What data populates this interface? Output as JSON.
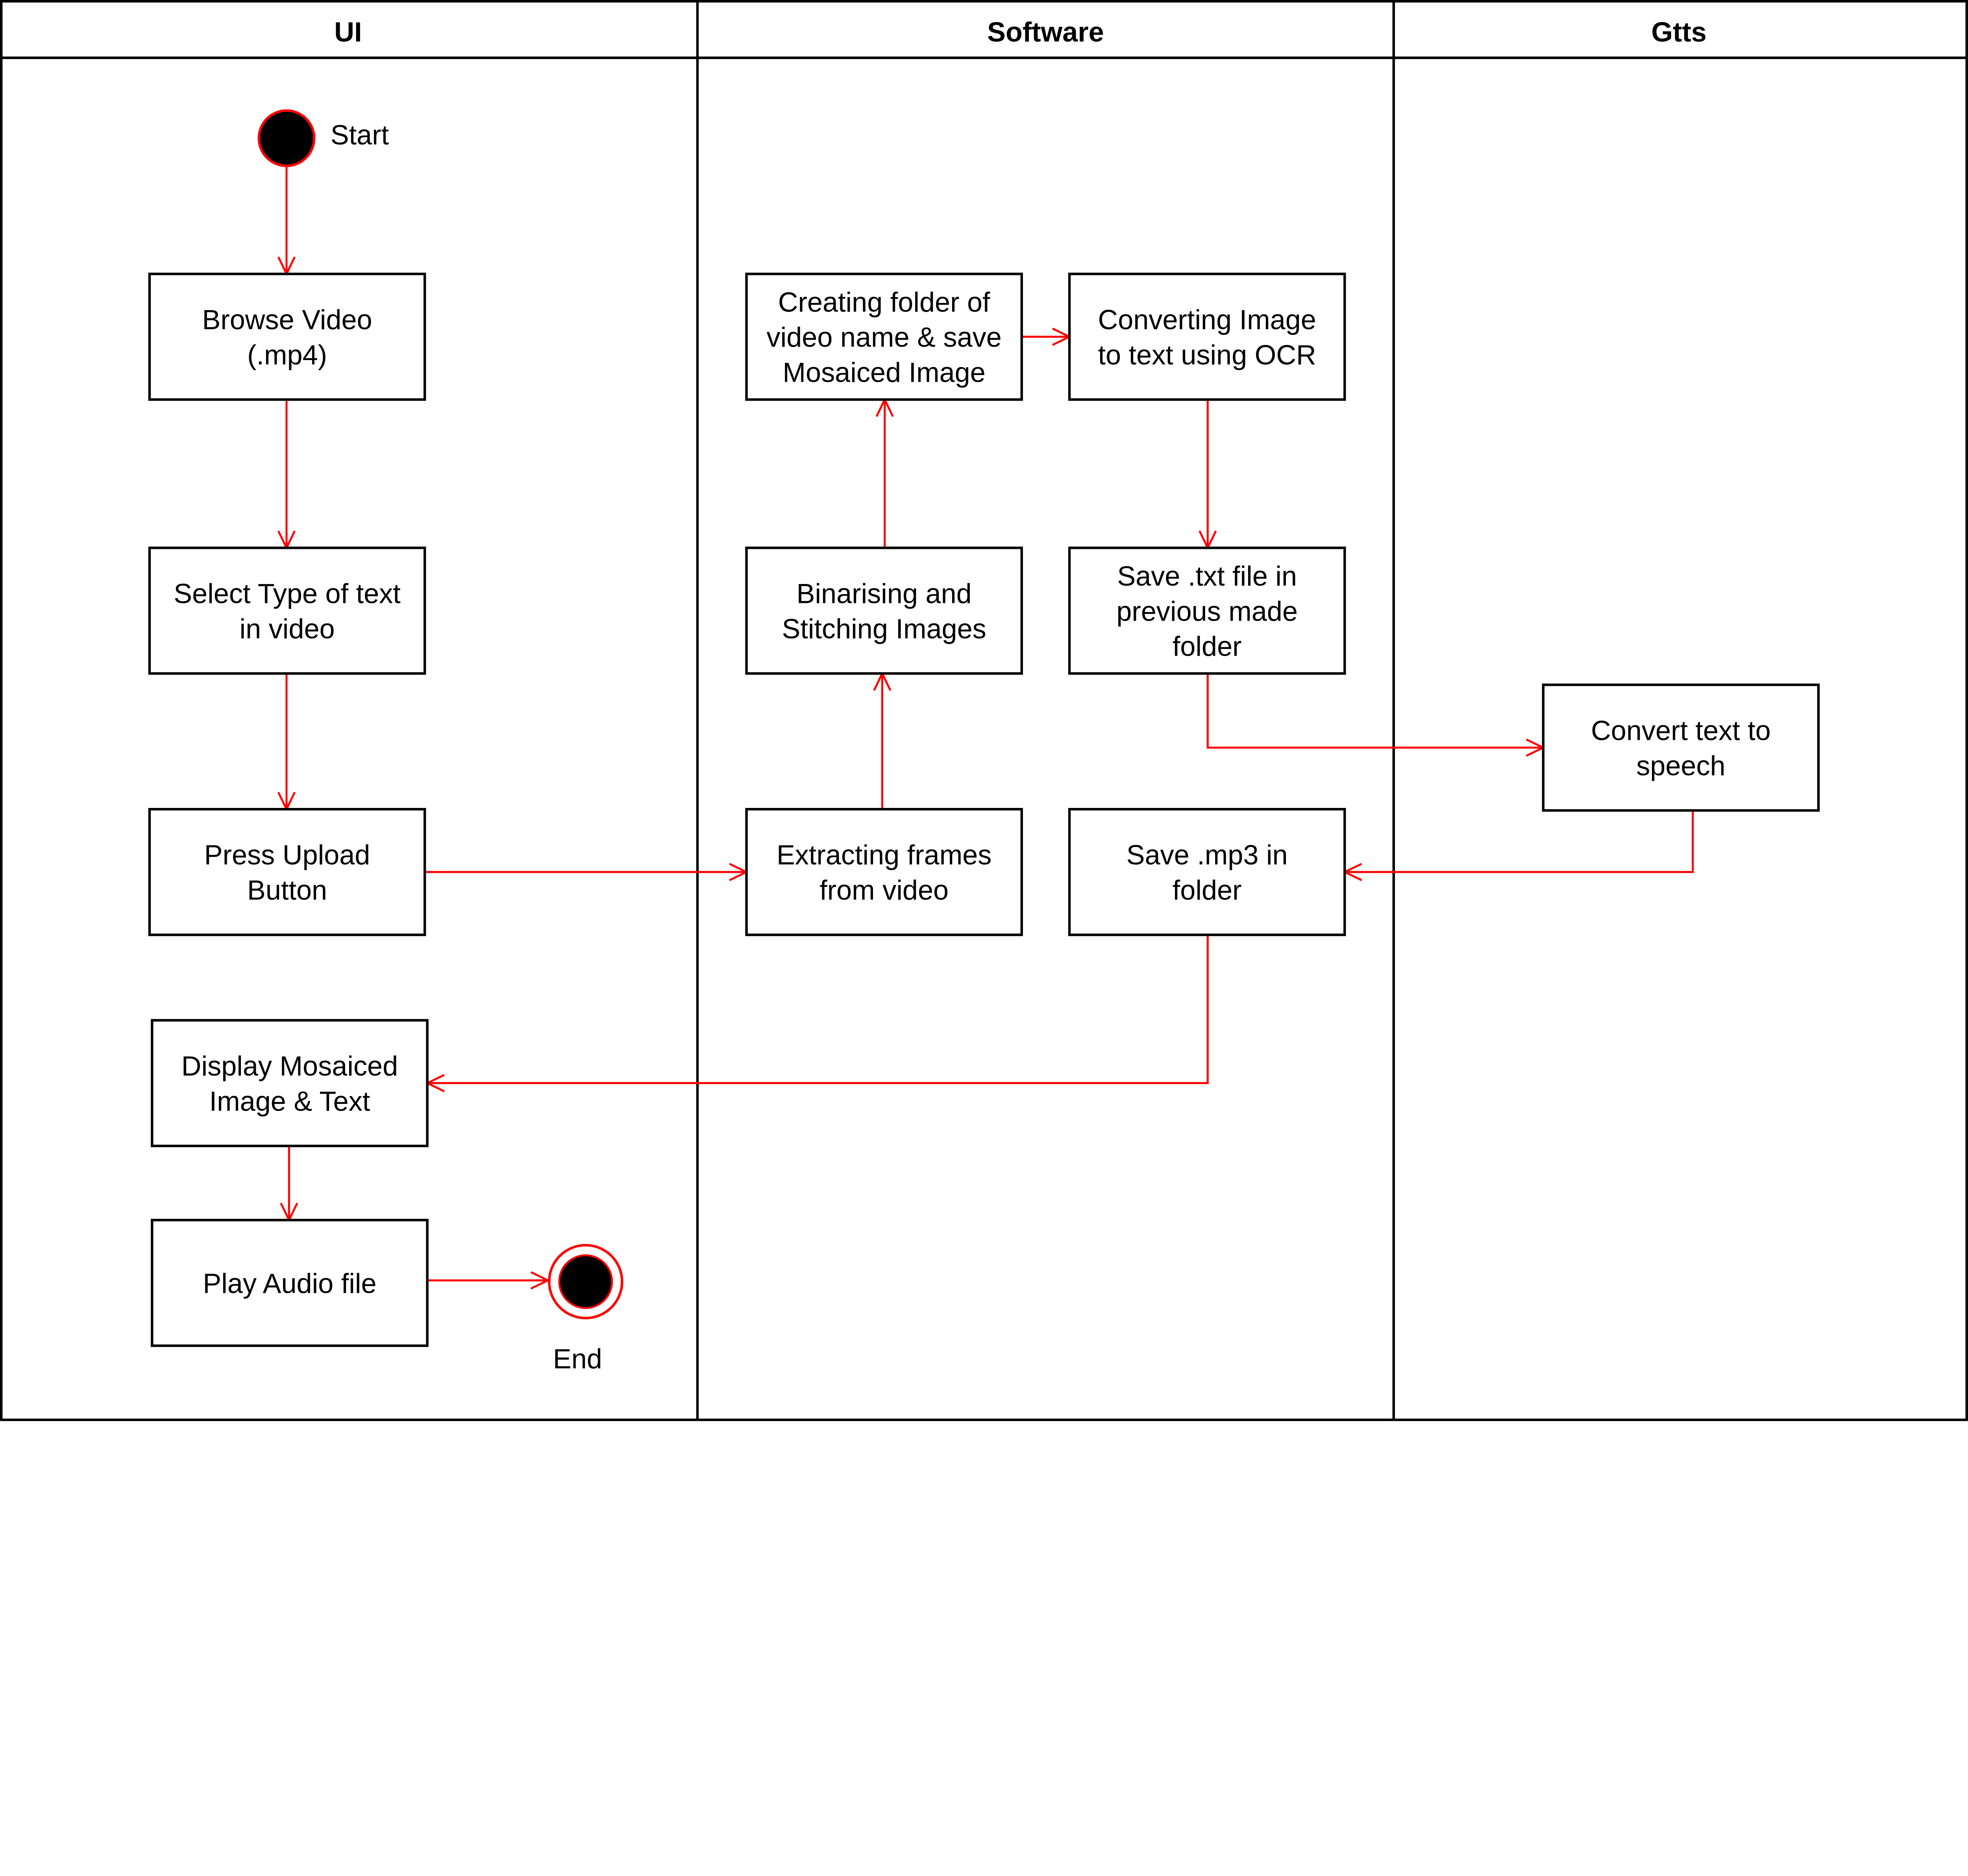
{
  "lanes": [
    {
      "id": "ui",
      "title": "UI"
    },
    {
      "id": "software",
      "title": "Software"
    },
    {
      "id": "gtts",
      "title": "Gtts"
    }
  ],
  "start_label": "Start",
  "end_label": "End",
  "colors": {
    "flow": "#ff0000",
    "node_stroke": "#000000",
    "terminal_fill": "#000000"
  },
  "nodes": [
    {
      "id": "browse",
      "lane": "ui",
      "lines": [
        "Browse Video",
        "(.mp4)"
      ]
    },
    {
      "id": "select",
      "lane": "ui",
      "lines": [
        "Select Type of text",
        "in video"
      ]
    },
    {
      "id": "upload",
      "lane": "ui",
      "lines": [
        "Press Upload",
        "Button"
      ]
    },
    {
      "id": "display",
      "lane": "ui",
      "lines": [
        "Display Mosaiced",
        "Image & Text"
      ]
    },
    {
      "id": "play",
      "lane": "ui",
      "lines": [
        "Play Audio file"
      ]
    },
    {
      "id": "creating",
      "lane": "software",
      "lines": [
        "Creating folder of",
        "video name & save",
        "Mosaiced Image"
      ]
    },
    {
      "id": "converting",
      "lane": "software",
      "lines": [
        "Converting Image",
        "to text using OCR"
      ]
    },
    {
      "id": "binarising",
      "lane": "software",
      "lines": [
        "Binarising and",
        "Stitching Images"
      ]
    },
    {
      "id": "savetxt",
      "lane": "software",
      "lines": [
        "Save .txt file in",
        "previous made",
        "folder"
      ]
    },
    {
      "id": "extracting",
      "lane": "software",
      "lines": [
        "Extracting frames",
        "from video"
      ]
    },
    {
      "id": "savemp3",
      "lane": "software",
      "lines": [
        "Save .mp3 in",
        "folder"
      ]
    },
    {
      "id": "tts",
      "lane": "gtts",
      "lines": [
        "Convert text to",
        "speech"
      ]
    }
  ],
  "edges": [
    {
      "from": "start",
      "to": "browse"
    },
    {
      "from": "browse",
      "to": "select"
    },
    {
      "from": "select",
      "to": "upload"
    },
    {
      "from": "upload",
      "to": "extracting"
    },
    {
      "from": "extracting",
      "to": "binarising"
    },
    {
      "from": "binarising",
      "to": "creating"
    },
    {
      "from": "creating",
      "to": "converting"
    },
    {
      "from": "converting",
      "to": "savetxt"
    },
    {
      "from": "savetxt",
      "to": "tts"
    },
    {
      "from": "tts",
      "to": "savemp3"
    },
    {
      "from": "savemp3",
      "to": "display"
    },
    {
      "from": "display",
      "to": "play"
    },
    {
      "from": "play",
      "to": "end"
    }
  ]
}
